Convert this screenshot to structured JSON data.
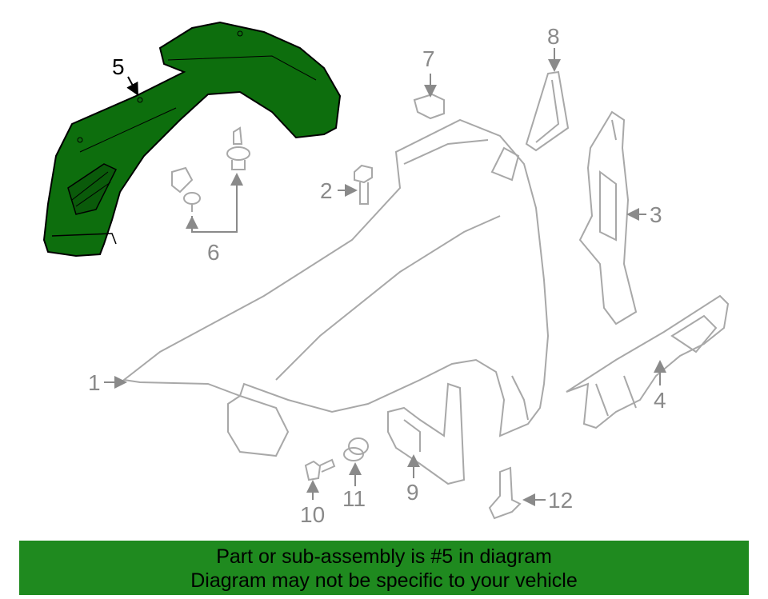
{
  "callouts": {
    "c1": "1",
    "c2": "2",
    "c3": "3",
    "c4": "4",
    "c5": "5",
    "c6": "6",
    "c7": "7",
    "c8": "8",
    "c9": "9",
    "c10": "10",
    "c11": "11",
    "c12": "12"
  },
  "highlight": {
    "part": "5",
    "color": "#0d6e0d"
  },
  "banner": {
    "line1": "Part or sub-assembly is #5 in diagram",
    "line2": "Diagram may not be specific to your vehicle",
    "color": "#1f8a1f"
  },
  "line_color": "#a8a8a8"
}
